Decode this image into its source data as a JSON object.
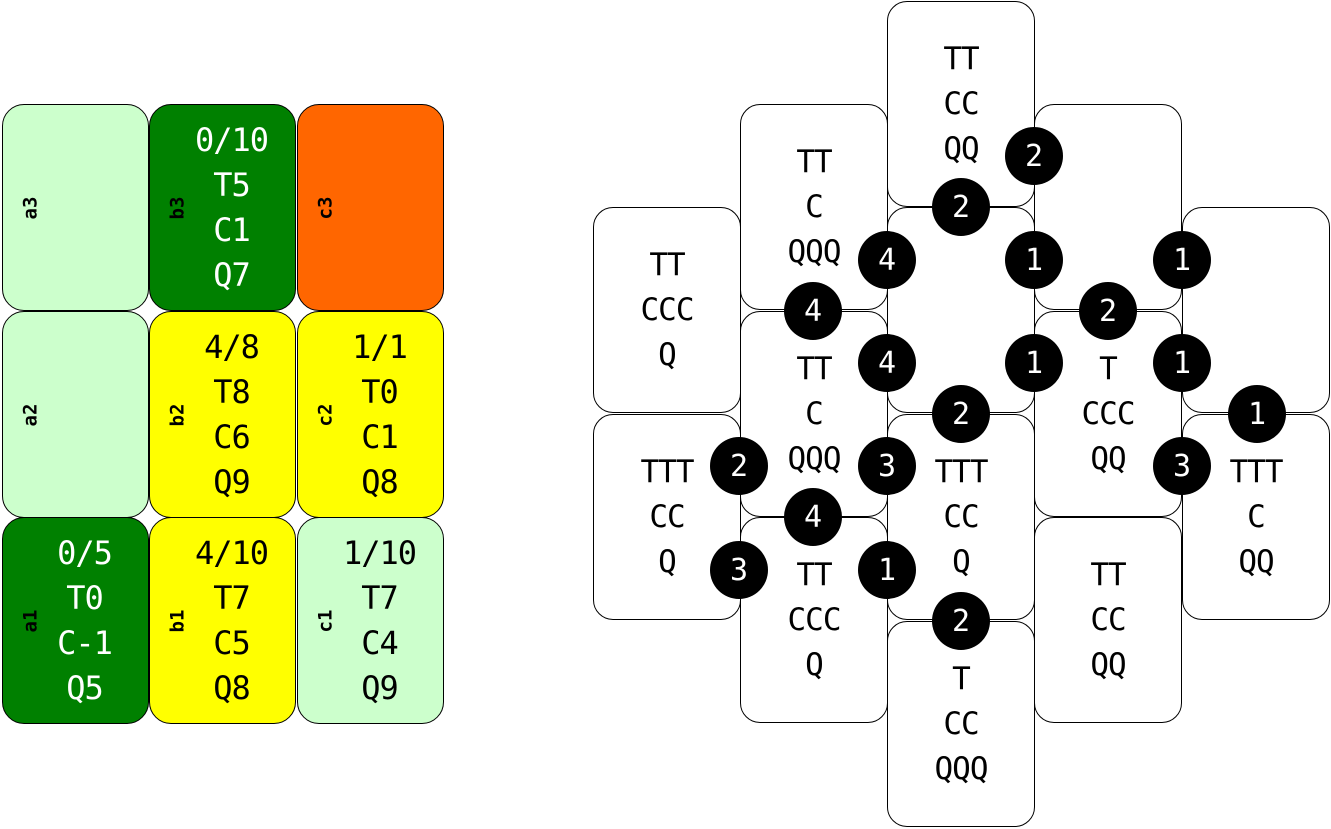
{
  "colors": {
    "pale_green": "#ccffcc",
    "dark_green": "#008000",
    "orange": "#ff6600",
    "yellow": "#ffff00",
    "black": "#000000",
    "white": "#ffffff"
  },
  "grid": [
    {
      "id": "a3",
      "label": "a3",
      "color": "#ccffcc",
      "text_color": "#000000",
      "lines": []
    },
    {
      "id": "b3",
      "label": "b3",
      "color": "#008000",
      "text_color": "#ffffff",
      "lines": [
        "0/10",
        "T5",
        "C1",
        "Q7"
      ]
    },
    {
      "id": "c3",
      "label": "c3",
      "color": "#ff6600",
      "text_color": "#000000",
      "lines": []
    },
    {
      "id": "a2",
      "label": "a2",
      "color": "#ccffcc",
      "text_color": "#000000",
      "lines": []
    },
    {
      "id": "b2",
      "label": "b2",
      "color": "#ffff00",
      "text_color": "#000000",
      "lines": [
        "4/8",
        "T8",
        "C6",
        "Q9"
      ]
    },
    {
      "id": "c2",
      "label": "c2",
      "color": "#ffff00",
      "text_color": "#000000",
      "lines": [
        "1/1",
        "T0",
        "C1",
        "Q8"
      ]
    },
    {
      "id": "a1",
      "label": "a1",
      "color": "#008000",
      "text_color": "#ffffff",
      "lines": [
        "0/5",
        "T0",
        "C-1",
        "Q5"
      ]
    },
    {
      "id": "b1",
      "label": "b1",
      "color": "#ffff00",
      "text_color": "#000000",
      "lines": [
        "4/10",
        "T7",
        "C5",
        "Q8"
      ]
    },
    {
      "id": "c1",
      "label": "c1",
      "color": "#ccffcc",
      "text_color": "#000000",
      "lines": [
        "1/10",
        "T7",
        "C4",
        "Q9"
      ]
    }
  ],
  "tiles": [
    {
      "lines": [
        "TT",
        "CC",
        "QQ"
      ]
    },
    {
      "lines": [
        "TT",
        "C",
        "QQQ"
      ]
    },
    {
      "lines": []
    },
    {
      "lines": [
        "TT",
        "CCC",
        "Q"
      ]
    },
    {
      "lines": []
    },
    {
      "lines": []
    },
    {
      "lines": [
        "TT",
        "C",
        "QQQ"
      ]
    },
    {
      "lines": [
        "T",
        "CCC",
        "QQ"
      ]
    },
    {
      "lines": []
    },
    {
      "lines": [
        "TTT",
        "CC",
        "Q"
      ]
    },
    {
      "lines": [
        "TTT",
        "CC",
        "Q"
      ]
    },
    {
      "lines": [
        "TTT",
        "C",
        "QQ"
      ]
    },
    {
      "lines": [
        "TT",
        "CCC",
        "Q"
      ]
    },
    {
      "lines": [
        "TT",
        "CC",
        "QQ"
      ]
    },
    {
      "lines": [
        "T",
        "CC",
        "QQQ"
      ]
    }
  ],
  "badges": [
    "2",
    "2",
    "4",
    "1",
    "1",
    "4",
    "2",
    "4",
    "1",
    "1",
    "2",
    "1",
    "2",
    "3",
    "3",
    "4",
    "3",
    "1",
    "2"
  ]
}
